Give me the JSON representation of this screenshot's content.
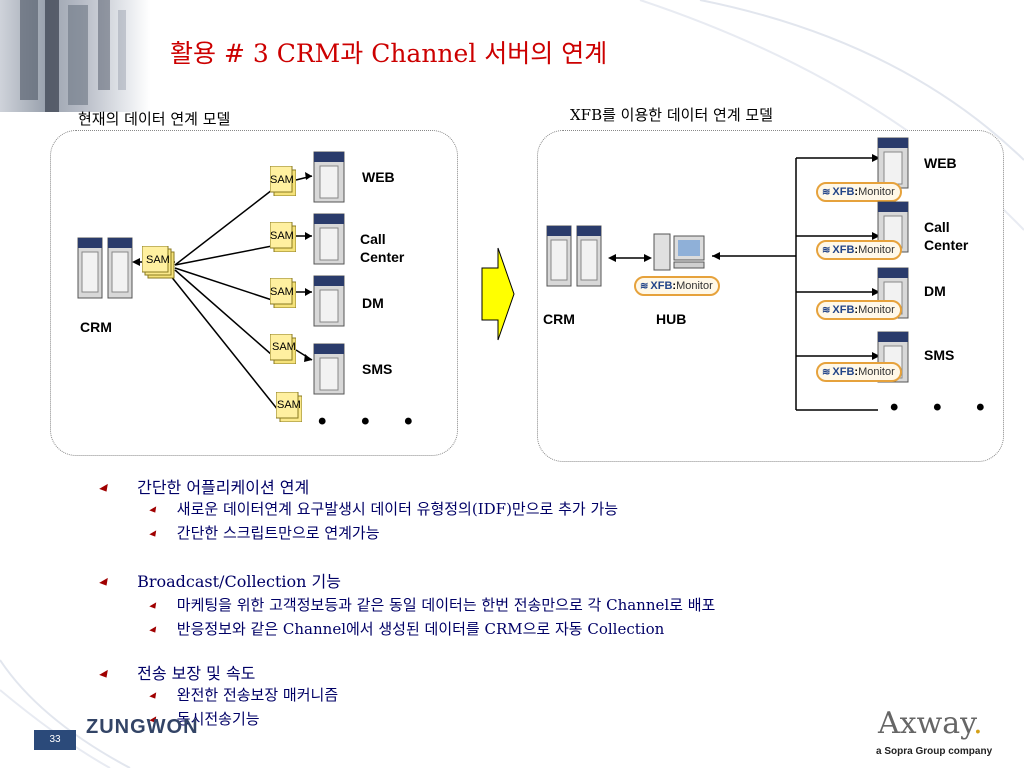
{
  "title": "활용 # 3 CRM과 Channel 서버의 연계",
  "left_panel": {
    "heading": "현재의 데이터 연계 모델",
    "crm_label": "CRM",
    "sam_label": "SAM",
    "channels": [
      {
        "label_line1": "WEB",
        "label_line2": ""
      },
      {
        "label_line1": "Call",
        "label_line2": "Center"
      },
      {
        "label_line1": "DM",
        "label_line2": ""
      },
      {
        "label_line1": "SMS",
        "label_line2": ""
      }
    ],
    "ellipsis": "• • •"
  },
  "right_panel": {
    "heading": "XFB를 이용한 데이터 연계 모델",
    "crm_label": "CRM",
    "hub_label": "HUB",
    "monitor_label_x": "XFB",
    "monitor_label_m": "Monitor",
    "channels": [
      {
        "label_line1": "WEB",
        "label_line2": ""
      },
      {
        "label_line1": "Call",
        "label_line2": "Center"
      },
      {
        "label_line1": "DM",
        "label_line2": ""
      },
      {
        "label_line1": "SMS",
        "label_line2": ""
      }
    ],
    "ellipsis": "• • •"
  },
  "bullets": [
    {
      "text": "간단한 어플리케이션 연계",
      "subs": [
        "새로운 데이터연계 요구발생시 데이터 유형정의(IDF)만으로 추가 가능",
        "간단한 스크립트만으로 연계가능"
      ]
    },
    {
      "text": "Broadcast/Collection 기능",
      "subs": [
        "마케팅을 위한 고객정보등과 같은 동일 데이터는 한번 전송만으로 각 Channel로 배포",
        "반응정보와 같은 Channel에서 생성된 데이터를 CRM으로 자동 Collection"
      ]
    },
    {
      "text": "전송 보장 및 속도",
      "subs": [
        "완전한 전송보장 매커니즘",
        "동시전송기능"
      ]
    }
  ],
  "footer": {
    "page_number": "33",
    "left_logo": "ZUNGWON",
    "right_logo": "Axway",
    "right_logo_dot": ".",
    "right_logo_sub": "a Sopra Group company"
  },
  "colors": {
    "title": "#cc0000",
    "bullet_text": "#000066",
    "bullet_marker": "#a00000",
    "arrow_fill": "#ffff00",
    "monitor_border": "#e6a23c",
    "axway_dot": "#d4a017"
  }
}
